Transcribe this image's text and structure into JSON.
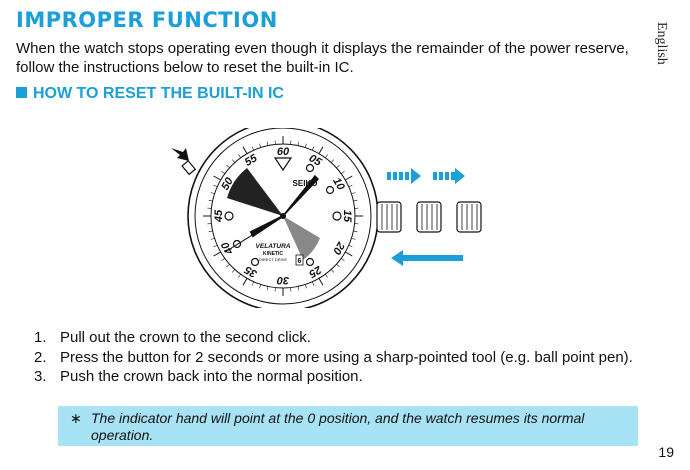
{
  "title": "IMPROPER FUNCTION",
  "intro": "When the watch stops operating even though it displays the remainder of the power reserve, follow the instructions below to reset the built-in IC.",
  "side_label": "English",
  "subheading": "HOW TO RESET THE BUILT-IN IC",
  "watch": {
    "brand": "SEIKO",
    "model": "VELATURA",
    "line": "KINETIC",
    "sub": "DIRECT DRIVE",
    "bezel_numbers": [
      "60",
      "05",
      "10",
      "15",
      "20",
      "25",
      "30",
      "35",
      "40",
      "45",
      "50",
      "55"
    ],
    "date_digit": "6"
  },
  "steps": [
    {
      "num": "1.",
      "text": "Pull out the crown to the second click."
    },
    {
      "num": "2.",
      "text": "Press the button for 2 seconds or more using a sharp-pointed tool (e.g. ball point pen)."
    },
    {
      "num": "3.",
      "text": "Push the crown back into the normal position."
    }
  ],
  "note": {
    "mark": "∗",
    "text": "The indicator hand will point at the 0 position, and the watch resumes its normal operation."
  },
  "page_number": "19",
  "colors": {
    "accent": "#1a9fd9",
    "note_bg": "#a8e2f5"
  }
}
